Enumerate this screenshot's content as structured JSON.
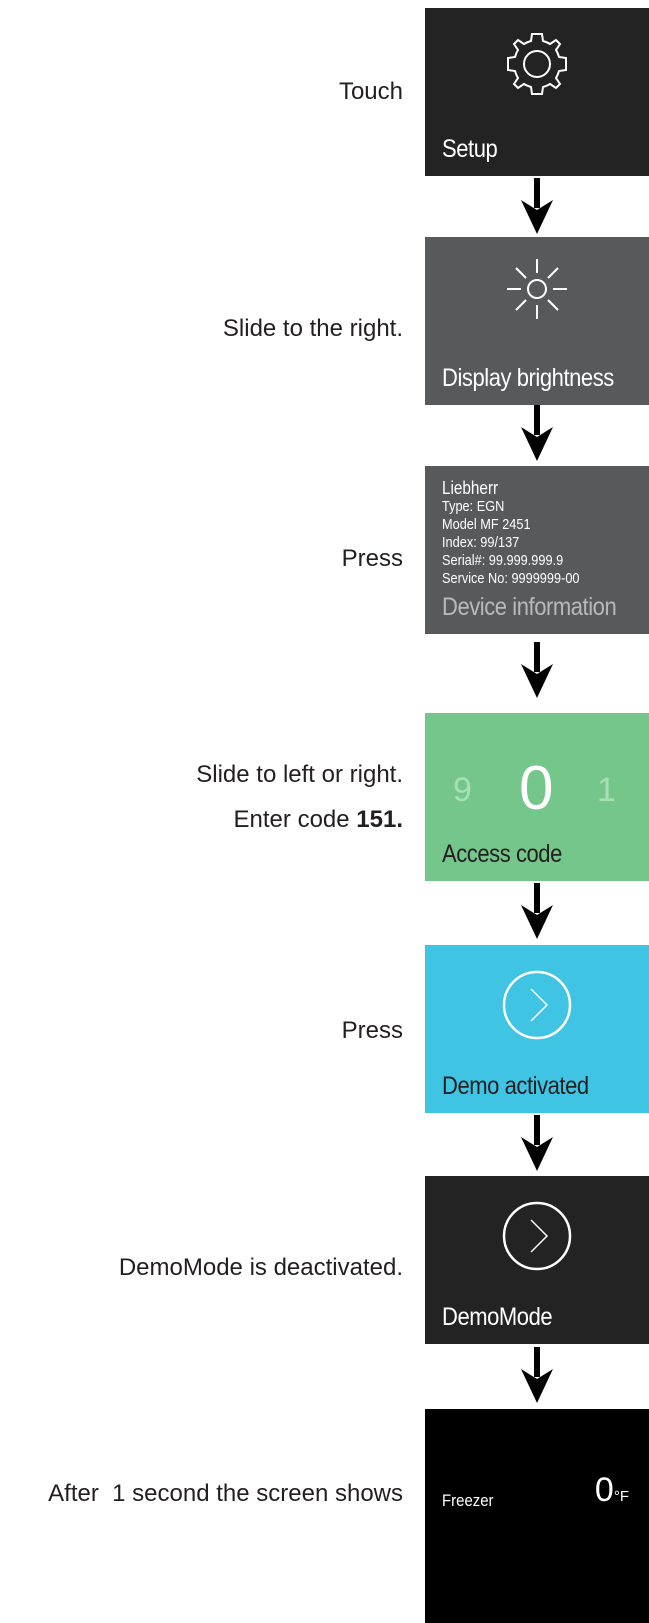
{
  "steps": [
    {
      "instruction": "Touch",
      "panel_label": "Setup",
      "bg": "#232323",
      "icon": "gear-icon"
    },
    {
      "instruction": "Slide to the right.",
      "panel_label": "Display brightness",
      "bg": "#58595b",
      "icon": "sun-icon"
    },
    {
      "instruction": "Press",
      "panel_label": "Device information",
      "bg": "#58595b",
      "info_lines": [
        "Liebherr",
        "Type: EGN",
        "Model MF 2451",
        "Index: 99/137",
        "Serial#: 99.999.999.9",
        "Service No: 9999999-00"
      ]
    },
    {
      "instruction_line1": "Slide to left or right.",
      "instruction_line2_prefix": "Enter code ",
      "instruction_code": "151.",
      "panel_label": "Access code",
      "bg": "#74c68a",
      "digits": {
        "prev": "9",
        "current": "0",
        "next": "1"
      }
    },
    {
      "instruction": "Press",
      "panel_label": "Demo activated",
      "bg": "#40c4e4",
      "icon": "chevron-circle-icon"
    },
    {
      "instruction": "DemoMode is deactivated.",
      "panel_label": "DemoMode",
      "bg": "#232323",
      "icon": "chevron-circle-icon"
    },
    {
      "instruction": "After  1 second the screen shows",
      "bg": "#000000",
      "freezer_label": "Freezer",
      "temperature": "0",
      "temp_unit": "°F"
    }
  ],
  "arrow_icon": "down-arrow-icon"
}
